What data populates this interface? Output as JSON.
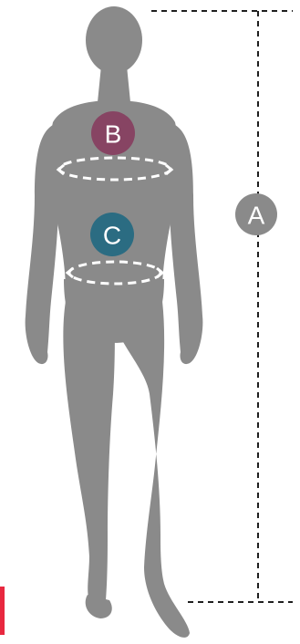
{
  "measurements": {
    "a_label": "A",
    "b_label": "B",
    "c_label": "C"
  },
  "colors": {
    "figure": "#8a8a8a",
    "badge_a": "#8a8a8a",
    "badge_b": "#874463",
    "badge_c": "#2b6c82",
    "dashed_lines": "#1f1f1f",
    "dashed_rings": "#ffffff",
    "accent": "#e8283f"
  }
}
